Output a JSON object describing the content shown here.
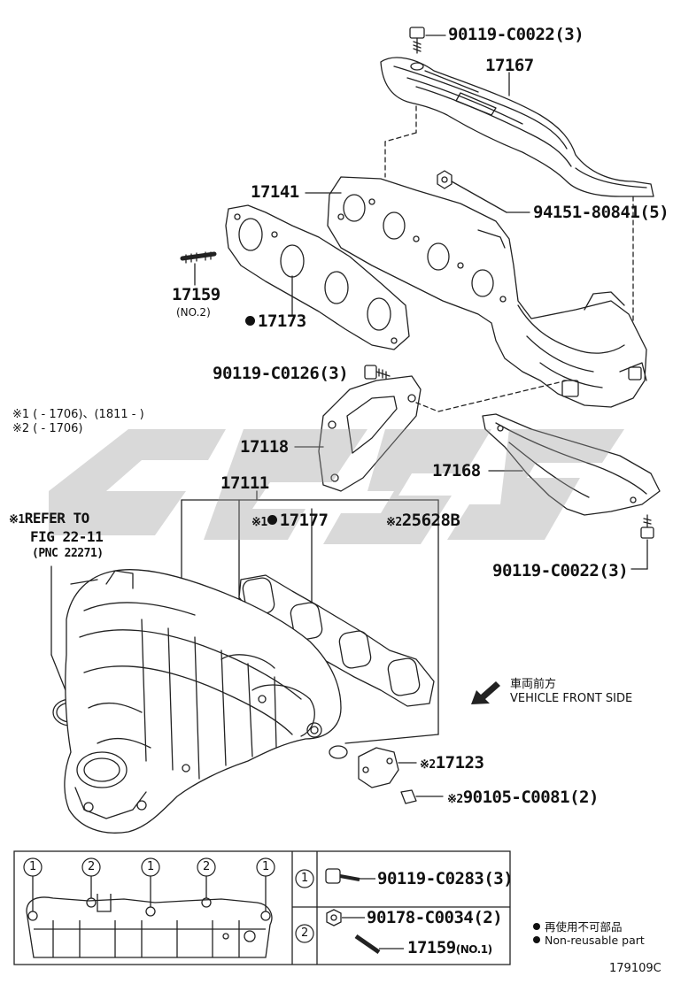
{
  "labels": {
    "bolt_top": "90119-C0022(3)",
    "heat_insulator": "17167",
    "manifold": "17141",
    "nut": "94151-80841(5)",
    "stud": "17159",
    "stud_note": "(NO.2)",
    "gasket_ex": "17173",
    "bolt_mid": "90119-C0126(3)",
    "bracket": "17118",
    "intake_manifold": "17111",
    "cover_lower": "17168",
    "bolt_lower": "90119-C0022(3)",
    "gasket_in": "17177",
    "gasket_in_mark": "※1",
    "part_25628": "25628B",
    "part_25628_mark": "※2",
    "part_17123": "17123",
    "part_17123_mark": "※2",
    "bolt_90105": "90105-C0081(2)",
    "bolt_90105_mark": "※2",
    "refer_mark": "※1",
    "refer_line1": "REFER TO",
    "refer_line2": "FIG 22-11",
    "refer_line3": "(PNC 22271)"
  },
  "notes": {
    "n1": "※1 (          - 1706)、(1811 -          )",
    "n2": "※2 (          - 1706)"
  },
  "front_side": {
    "jp": "車両前方",
    "en": "VEHICLE FRONT SIDE"
  },
  "bottom_panel": {
    "markers": [
      "1",
      "2",
      "1",
      "2",
      "1"
    ],
    "row1_num": "1",
    "row1_part": "90119-C0283(3)",
    "row2_num": "2",
    "row2_part": "90178-C0034(2)",
    "row2_stud": "17159",
    "row2_stud_note": "(NO.1)"
  },
  "legend": {
    "jp": "再使用不可部品",
    "en": "Non-reusable part"
  },
  "figure_code": "179109C"
}
